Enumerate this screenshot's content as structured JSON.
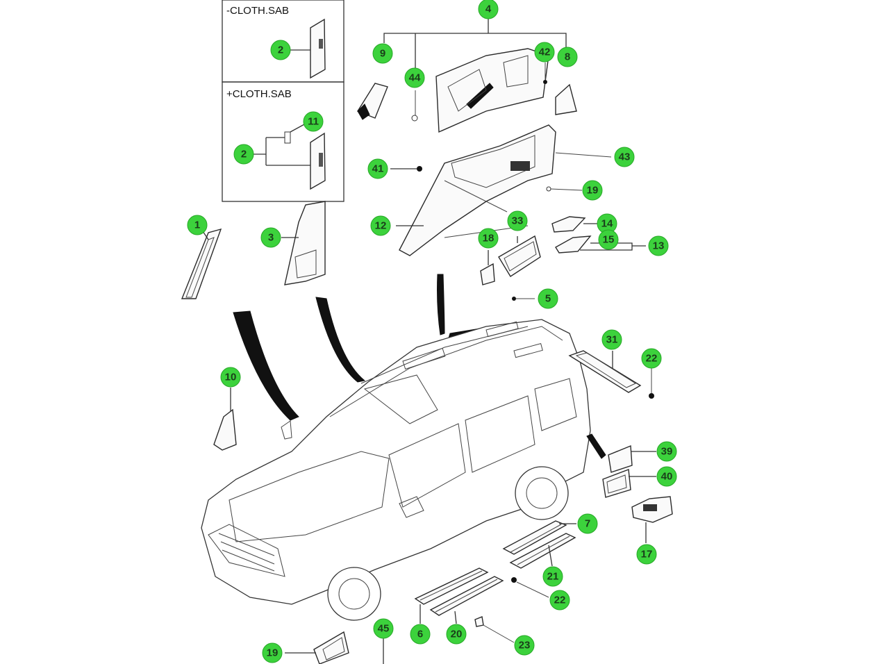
{
  "inset_boxes": [
    {
      "label": "-CLOTH.SAB"
    },
    {
      "label": "+CLOTH.SAB"
    }
  ],
  "callouts": [
    {
      "id": "box1-2",
      "text": "2"
    },
    {
      "id": "box2-11",
      "text": "11"
    },
    {
      "id": "box2-2",
      "text": "2"
    },
    {
      "id": "c4",
      "text": "4"
    },
    {
      "id": "c9",
      "text": "9"
    },
    {
      "id": "c44",
      "text": "44"
    },
    {
      "id": "c42",
      "text": "42"
    },
    {
      "id": "c8",
      "text": "8"
    },
    {
      "id": "c43",
      "text": "43"
    },
    {
      "id": "c41",
      "text": "41"
    },
    {
      "id": "c19a",
      "text": "19"
    },
    {
      "id": "c12",
      "text": "12"
    },
    {
      "id": "c33",
      "text": "33"
    },
    {
      "id": "c14",
      "text": "14"
    },
    {
      "id": "c15",
      "text": "15"
    },
    {
      "id": "c13",
      "text": "13"
    },
    {
      "id": "c18",
      "text": "18"
    },
    {
      "id": "c5",
      "text": "5"
    },
    {
      "id": "c1",
      "text": "1"
    },
    {
      "id": "c3",
      "text": "3"
    },
    {
      "id": "c10",
      "text": "10"
    },
    {
      "id": "c31",
      "text": "31"
    },
    {
      "id": "c22a",
      "text": "22"
    },
    {
      "id": "c39",
      "text": "39"
    },
    {
      "id": "c40",
      "text": "40"
    },
    {
      "id": "c17",
      "text": "17"
    },
    {
      "id": "c7",
      "text": "7"
    },
    {
      "id": "c21",
      "text": "21"
    },
    {
      "id": "c22b",
      "text": "22"
    },
    {
      "id": "c6",
      "text": "6"
    },
    {
      "id": "c20",
      "text": "20"
    },
    {
      "id": "c23",
      "text": "23"
    },
    {
      "id": "c45",
      "text": "45"
    },
    {
      "id": "c19b",
      "text": "19"
    }
  ],
  "colors": {
    "badge": "#3cd23c",
    "ink": "#2a2a2a"
  }
}
